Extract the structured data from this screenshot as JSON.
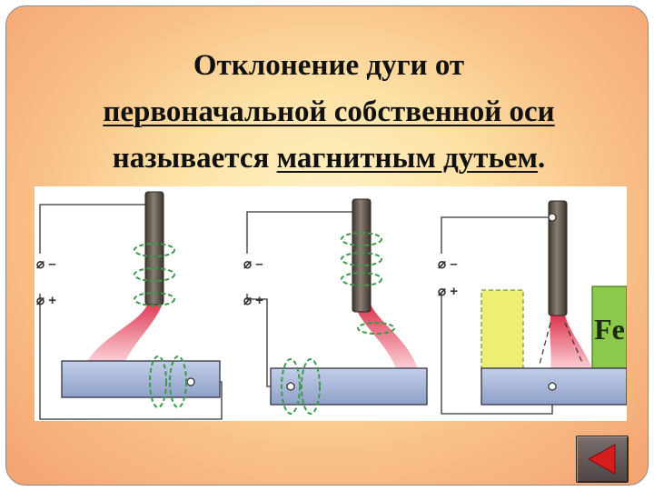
{
  "title": {
    "line1": "Отклонение дуги от",
    "line2": "первоначальной собственной оси",
    "line3_plain": "называется ",
    "line3_underlined": "магнитным дутьем",
    "line3_end": "."
  },
  "diagram": {
    "terminal_minus": "⌀ –",
    "terminal_plus": "⌀ +",
    "iron_block_label": "Fe"
  },
  "navigation": {
    "back_button_icon": "triangle-left-icon"
  },
  "colors": {
    "electrode": "#5c5248",
    "coil": "#3c9a4c",
    "workpiece": "#a9b8da",
    "arc": "#e8435a",
    "magnetic_block": "#8bc94a",
    "yellow_block": "#ecef74",
    "back_button": "#5e5555",
    "back_arrow": "#d61e1e"
  }
}
